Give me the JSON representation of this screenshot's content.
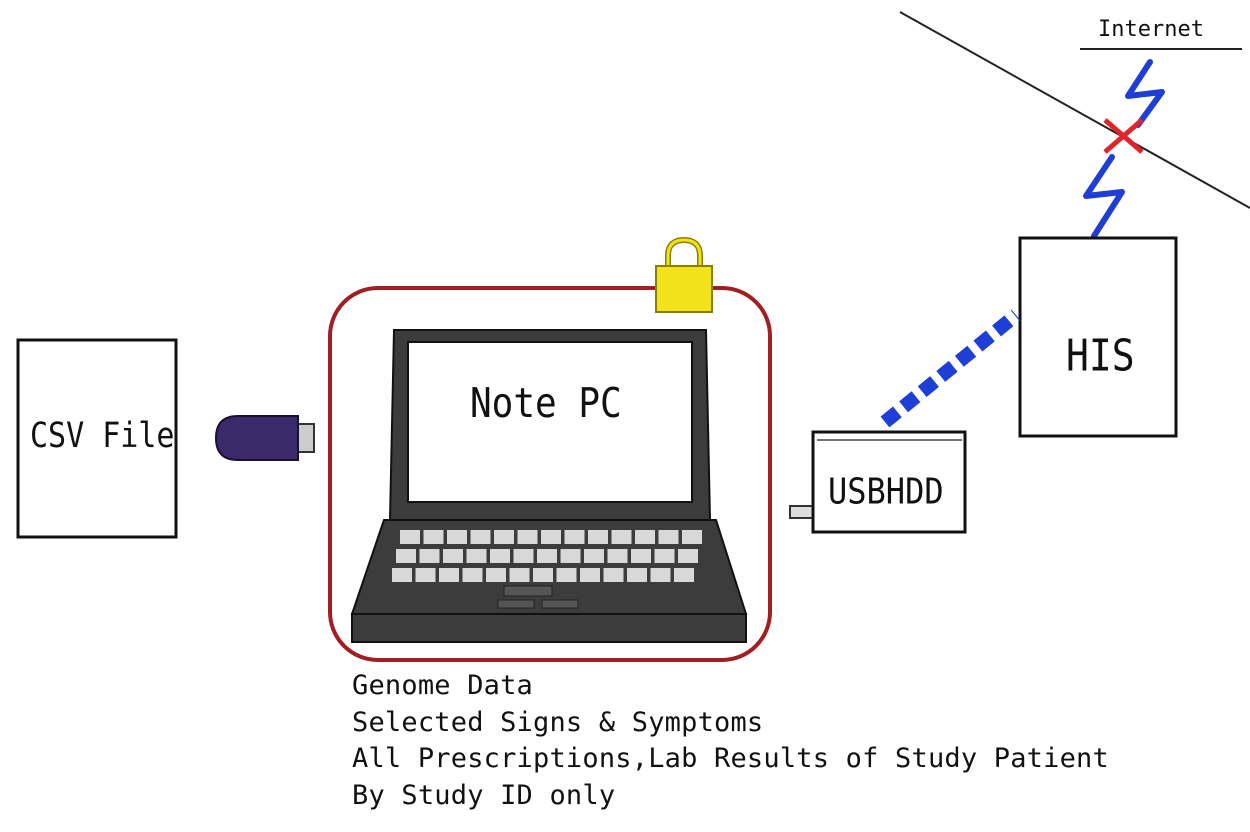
{
  "diagram": {
    "internet_label": "Internet",
    "his_label": "HIS",
    "usbhdd_label": "USBHDD",
    "notepc_label": "Note PC",
    "csv_label": "CSV File",
    "notes": [
      "Genome Data",
      "Selected Signs & Symptoms",
      "All Prescriptions,Lab Results of Study Patient",
      "By Study ID only"
    ]
  },
  "colors": {
    "secure_border": "#a11e22",
    "lock": "#f2e219",
    "usb_stick": "#3b2a6b",
    "dashed_link": "#1f3ed6",
    "wireless": "#1f3ed6",
    "blocked_x": "#e0242a",
    "laptop_body": "#3c3c3c"
  },
  "icons": [
    "usb-stick-icon",
    "laptop-icon",
    "lock-icon",
    "usb-hdd-icon",
    "server-icon",
    "wireless-link-icon",
    "blocked-x-icon"
  ]
}
